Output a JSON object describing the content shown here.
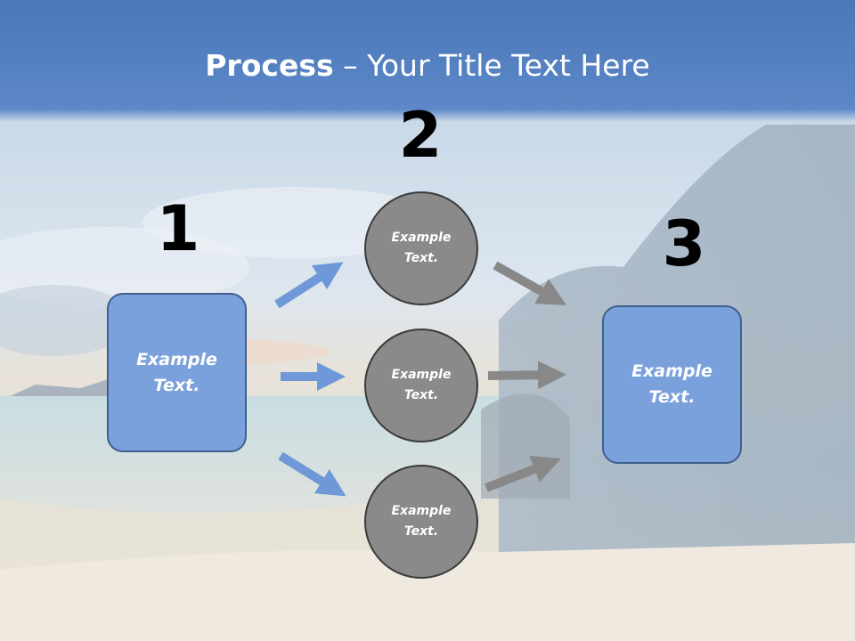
{
  "title": {
    "bold": "Process",
    "rest": " – Your Title Text Here"
  },
  "steps": {
    "one": {
      "number": "1",
      "line1": "Example",
      "line2": "Text."
    },
    "two": {
      "number": "2"
    },
    "three": {
      "number": "3",
      "line1": "Example",
      "line2": "Text."
    }
  },
  "circles": [
    {
      "line1": "Example",
      "line2": "Text."
    },
    {
      "line1": "Example",
      "line2": "Text."
    },
    {
      "line1": "Example",
      "line2": "Text."
    }
  ],
  "colors": {
    "box_fill": "#7ba1dc",
    "circle_fill": "#8a8a8a",
    "blue_arrow": "#6f98d8",
    "gray_arrow": "#888888"
  }
}
